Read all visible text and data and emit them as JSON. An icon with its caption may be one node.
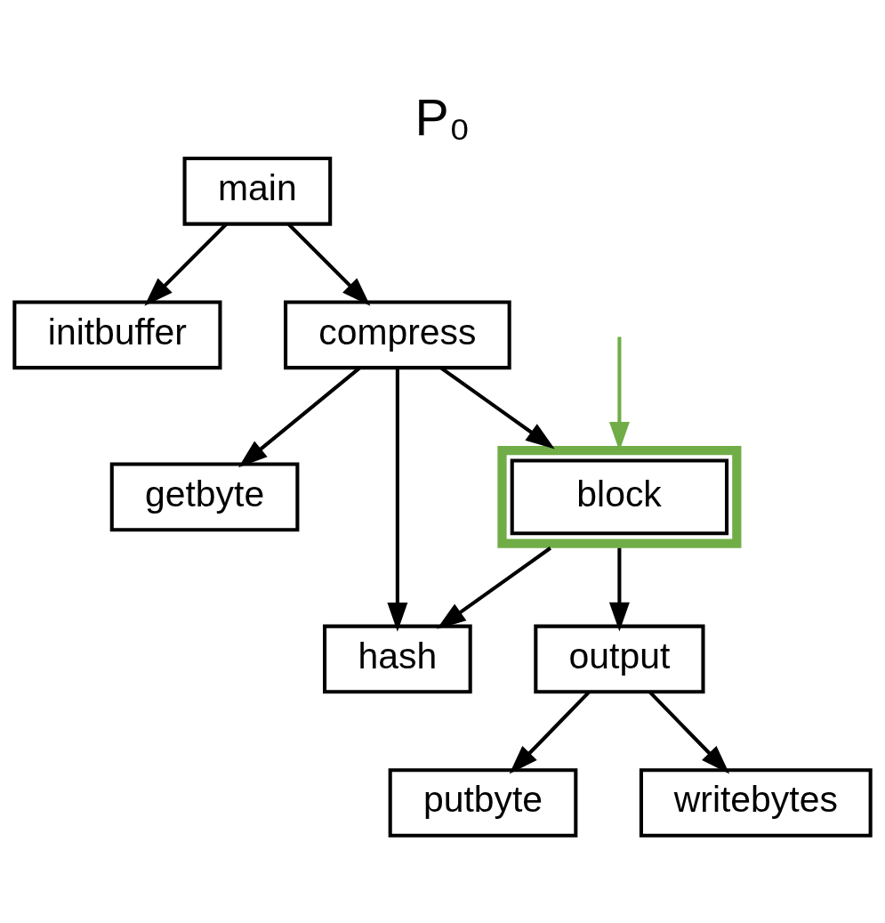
{
  "diagram": {
    "title": "P₀",
    "nodes": [
      {
        "text": [
          "main"
        ]
      },
      {
        "text": [
          "initbuffer"
        ]
      },
      {
        "text": [
          "compress"
        ]
      },
      {
        "text": [
          "getbyte"
        ]
      },
      {
        "text": [
          "block"
        ]
      },
      {
        "text": [
          "hash"
        ]
      },
      {
        "text": [
          "output"
        ]
      },
      {
        "text": [
          "putbyte"
        ]
      },
      {
        "text": [
          "writebytes"
        ]
      }
    ],
    "edges": [
      {
        "from": 0,
        "to": 1,
        "arrow": "to"
      },
      {
        "from": 0,
        "to": 2,
        "arrow": "to"
      },
      {
        "from": 2,
        "to": 3,
        "arrow": "to"
      },
      {
        "from": 2,
        "to": 5,
        "arrow": "to"
      },
      {
        "from": 2,
        "to": 4,
        "arrow": "to"
      },
      {
        "from": 4,
        "to": 5,
        "arrow": "to"
      },
      {
        "from": 4,
        "to": 6,
        "arrow": "to"
      },
      {
        "from": 6,
        "to": 7,
        "arrow": "to"
      },
      {
        "from": 6,
        "to": 8,
        "arrow": "to"
      },
      {
        "from": null,
        "to": 4,
        "arrow": "to",
        "color": "#70ad47"
      }
    ]
  }
}
